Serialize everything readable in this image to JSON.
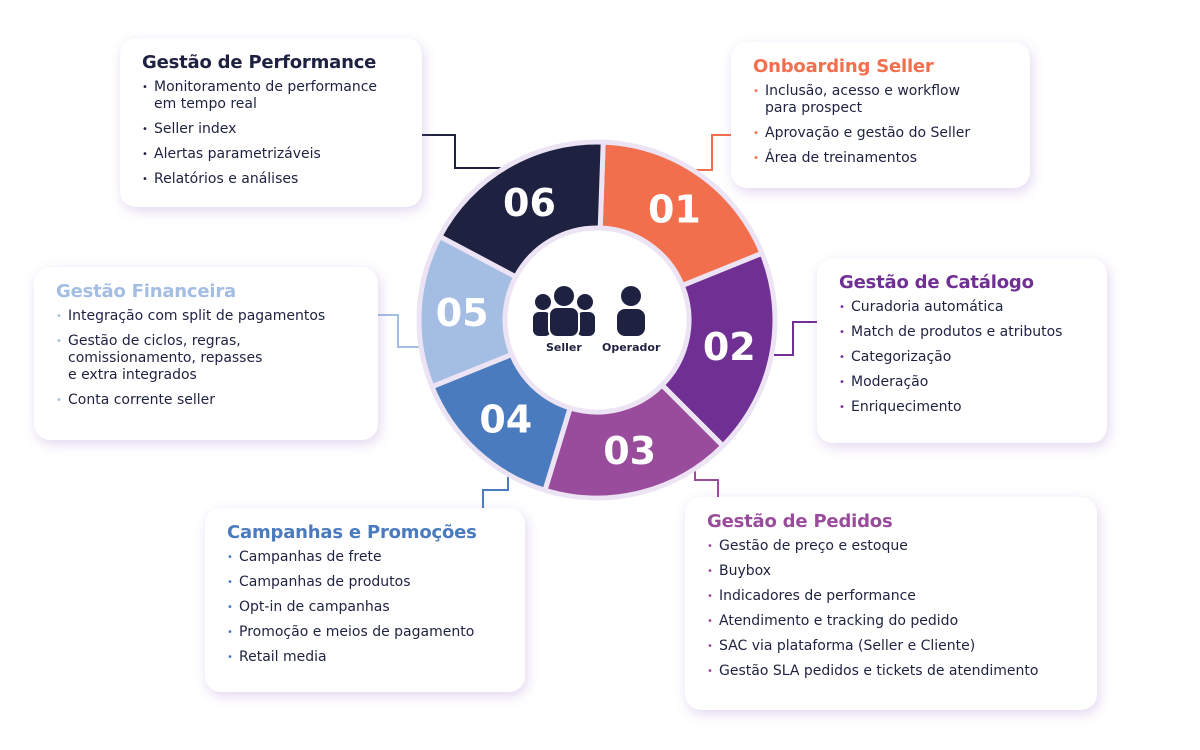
{
  "center": {
    "seller_label": "Seller",
    "operador_label": "Operador"
  },
  "segments": [
    {
      "number": "01",
      "color": "#f26f4d"
    },
    {
      "number": "02",
      "color": "#6f2f93"
    },
    {
      "number": "03",
      "color": "#9a4c9c"
    },
    {
      "number": "04",
      "color": "#4a7bbf"
    },
    {
      "number": "05",
      "color": "#a4bde3"
    },
    {
      "number": "06",
      "color": "#1e2240"
    }
  ],
  "cards": {
    "performance": {
      "title": "Gestão de Performance",
      "items": [
        "Monitoramento de performance\nem tempo real",
        "Seller index",
        "Alertas parametrizáveis",
        "Relatórios e análises"
      ]
    },
    "onboarding": {
      "title": "Onboarding Seller",
      "items": [
        "Inclusão, acesso e workflow\npara prospect",
        "Aprovação e gestão do Seller",
        "Área de treinamentos"
      ]
    },
    "catalogo": {
      "title": "Gestão de Catálogo",
      "items": [
        "Curadoria automática",
        "Match de produtos e atributos",
        "Categorização",
        "Moderação",
        "Enriquecimento"
      ]
    },
    "pedidos": {
      "title": "Gestão de Pedidos",
      "items": [
        "Gestão de preço e estoque",
        "Buybox",
        "Indicadores de performance",
        "Atendimento e tracking do pedido",
        "SAC via plataforma (Seller e Cliente)",
        "Gestão SLA pedidos e tickets de atendimento"
      ]
    },
    "campanhas": {
      "title": "Campanhas e Promoções",
      "items": [
        "Campanhas de frete",
        "Campanhas de produtos",
        "Opt-in de campanhas",
        "Promoção e meios de pagamento",
        "Retail media"
      ]
    },
    "financeira": {
      "title": "Gestão Financeira",
      "items": [
        "Integração com split de pagamentos",
        "Gestão de ciclos, regras,\ncomissionamento, repasses\ne extra integrados",
        "Conta corrente seller"
      ]
    }
  }
}
